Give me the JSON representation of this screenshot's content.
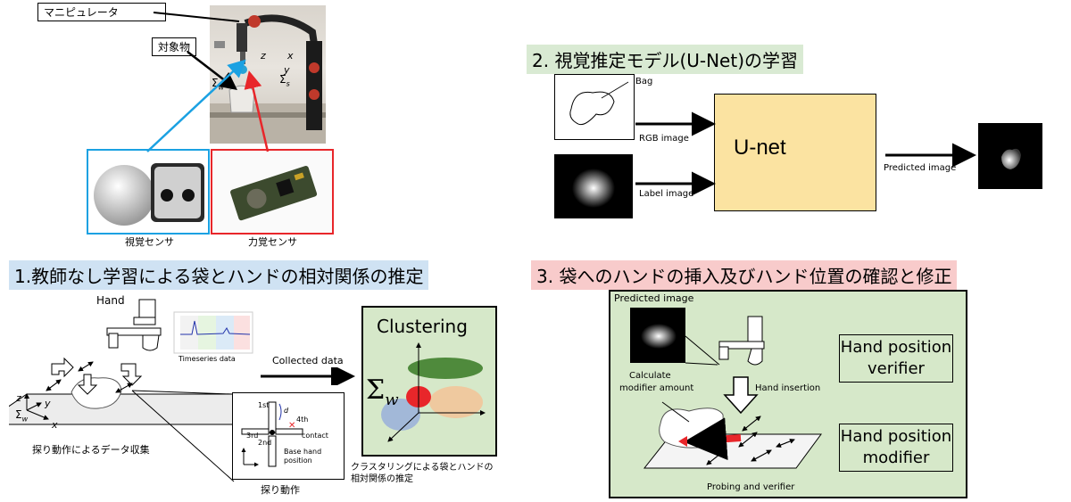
{
  "photo": {
    "label_manipulator": "マニピュレータ",
    "label_object": "対象物",
    "axis_z": "z",
    "axis_x": "x",
    "axis_y": "y",
    "sigma_s": "Σ",
    "sigma_s_sub": "s",
    "sigma_w": "Σ",
    "sigma_w_sub": "w",
    "visual_sensor": "視覚センサ",
    "force_sensor": "力覚センサ"
  },
  "section1": {
    "title": "1.教師なし学習による袋とハンドの相対関係の推定",
    "hand_label": "Hand",
    "timeseries_label": "Timeseries data",
    "collected_label": "Collected data",
    "clustering_label": "Clustering",
    "sigma_w": "Σ",
    "sigma_w_sub": "w",
    "data_collection_caption": "探り動作によるデータ収集",
    "probing_caption": "探り動作",
    "clustering_caption_line1": "クラスタリングによる袋とハンドの",
    "clustering_caption_line2": "相対関係の推定",
    "inset": {
      "first": "1st",
      "second": "2nd",
      "third": "3rd",
      "fourth": "4th",
      "d": "d",
      "contact": "contact",
      "base_line1": "Base hand",
      "base_line2": "position"
    }
  },
  "section2": {
    "title": "2. 視覚推定モデル(U-Net)の学習",
    "bag_label": "Bag",
    "rgb_label": "RGB image",
    "label_image": "Label image",
    "unet_label": "U-net",
    "predicted_label": "Predicted image"
  },
  "section3": {
    "title": "3. 袋へのハンドの挿入及びハンド位置の確認と修正",
    "predicted_label": "Predicted image",
    "calc_line1": "Calculate",
    "calc_line2": "modifier amount",
    "insertion_label": "Hand insertion",
    "probing_label": "Probing and verifier",
    "verifier_line1": "Hand position",
    "verifier_line2": "verifier",
    "modifier_line1": "Hand position",
    "modifier_line2": "modifier"
  },
  "colors": {
    "title1_bg": "#cfe2f3",
    "title2_bg": "#d9ead3",
    "title3_bg": "#f8cbcb",
    "unet_fill": "#fbe3a1",
    "panel_green": "#d6e8c9",
    "blue": "#1ba1e2",
    "red": "#e8262a"
  }
}
